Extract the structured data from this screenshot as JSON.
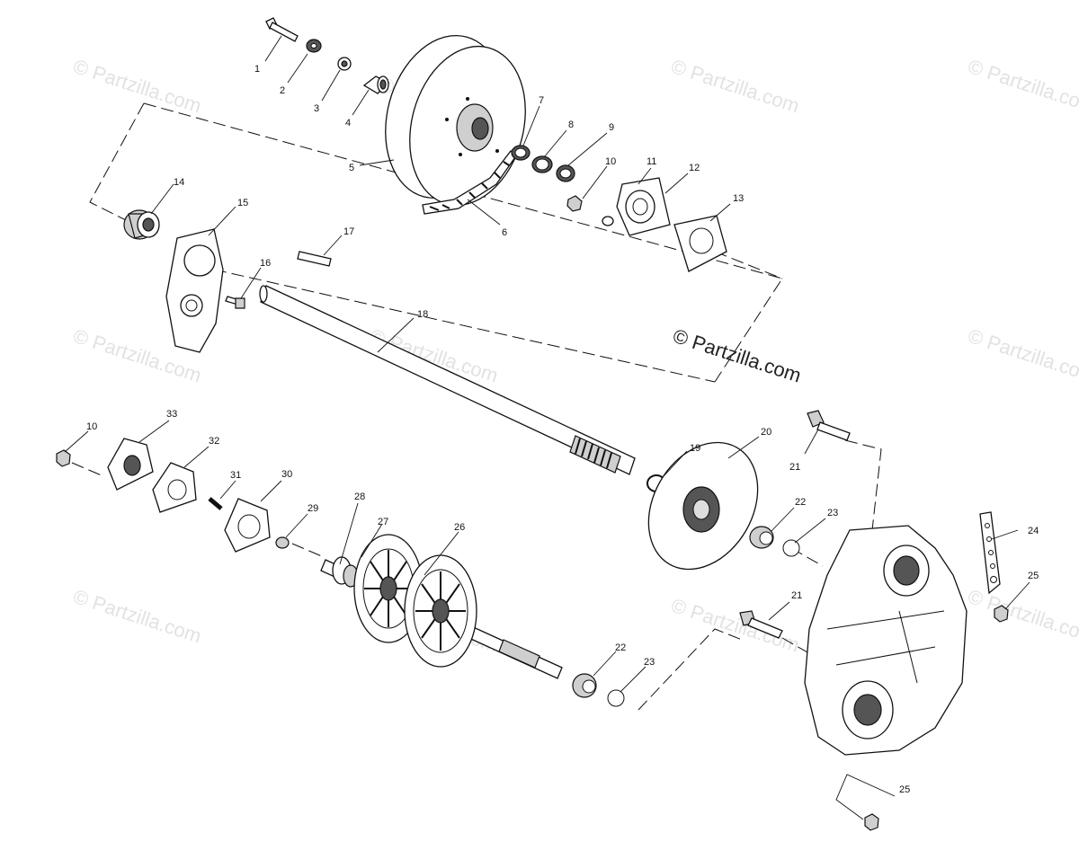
{
  "watermarks": {
    "main": "© Partzilla.com",
    "faint": "© Partzilla.com"
  },
  "callouts": {
    "c1": "1",
    "c2": "2",
    "c3": "3",
    "c4": "4",
    "c5": "5",
    "c6": "6",
    "c7": "7",
    "c8": "8",
    "c9": "9",
    "c10a": "10",
    "c11": "11",
    "c12": "12",
    "c13": "13",
    "c14": "14",
    "c15": "15",
    "c16": "16",
    "c17": "17",
    "c18": "18",
    "c19": "19",
    "c20": "20",
    "c21a": "21",
    "c22a": "22",
    "c23a": "23",
    "c24": "24",
    "c25a": "25",
    "c10b": "10",
    "c33": "33",
    "c32": "32",
    "c31": "31",
    "c30": "30",
    "c29": "29",
    "c28": "28",
    "c27": "27",
    "c26": "26",
    "c21b": "21",
    "c22b": "22",
    "c23b": "23",
    "c25b": "25"
  }
}
